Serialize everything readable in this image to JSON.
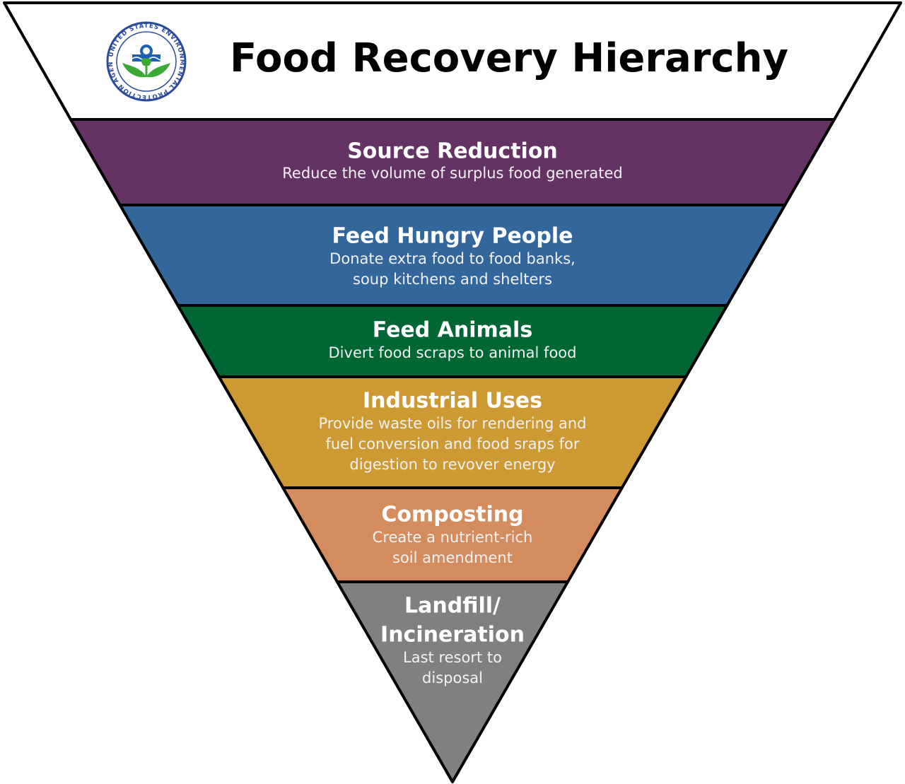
{
  "title": "Food Recovery Hierarchy",
  "logo": {
    "icon": "epa-seal-icon",
    "seal_text": "UNITED STATES ENVIRONMENTAL PROTECTION AGENCY",
    "colors": {
      "ring": "#2a4a9a",
      "water": "#1f5fb0",
      "leaves": "#3aa935",
      "sun": "#ffffff"
    }
  },
  "tiers": [
    {
      "title": [
        "Source Reduction"
      ],
      "desc": [
        "Reduce the volume of surplus food generated"
      ],
      "color": "#643263"
    },
    {
      "title": [
        "Feed Hungry People"
      ],
      "desc": [
        "Donate extra food to food banks,",
        "soup kitchens and shelters"
      ],
      "color": "#33669a"
    },
    {
      "title": [
        "Feed Animals"
      ],
      "desc": [
        "Divert food scraps to animal food"
      ],
      "color": "#006633"
    },
    {
      "title": [
        "Industrial Uses"
      ],
      "desc": [
        "Provide waste oils for rendering and",
        "fuel conversion and food sraps for",
        "digestion to revover energy"
      ],
      "color": "#cc9933"
    },
    {
      "title": [
        "Composting"
      ],
      "desc": [
        "Create a nutrient-rich",
        "soil amendment"
      ],
      "color": "#d48c5e"
    },
    {
      "title": [
        "Landfill/",
        "Incineration"
      ],
      "desc": [
        "Last resort to",
        "disposal"
      ],
      "color": "#808080"
    }
  ]
}
